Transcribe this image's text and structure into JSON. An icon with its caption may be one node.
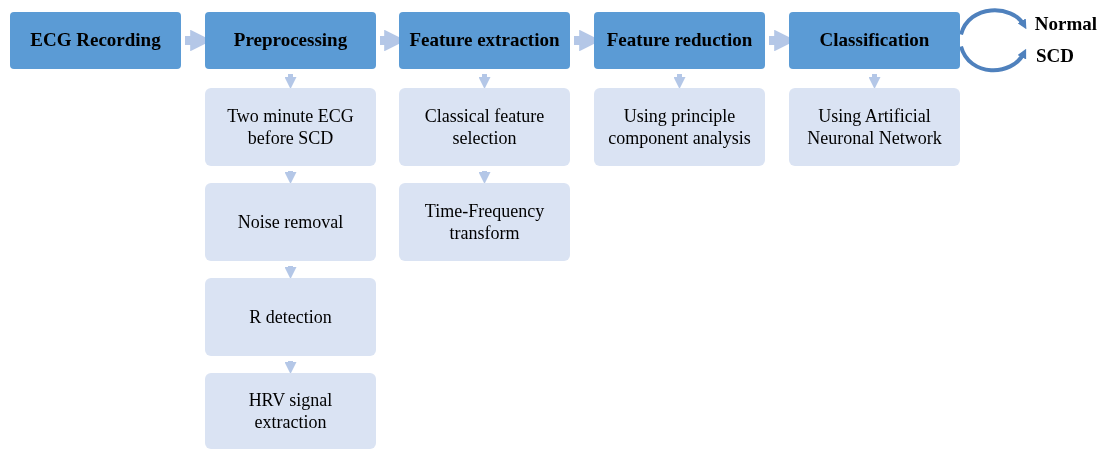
{
  "diagram": {
    "nodes": [
      {
        "text": [
          "ECG Recording"
        ]
      },
      {
        "text": [
          "Preprocessing"
        ]
      },
      {
        "text": [
          "Feature extraction"
        ]
      },
      {
        "text": [
          "Feature reduction"
        ]
      },
      {
        "text": [
          "Classification"
        ]
      },
      {
        "text": [
          "Normal"
        ]
      },
      {
        "text": [
          "SCD"
        ]
      },
      {
        "text": [
          "Two minute ECG before SCD"
        ]
      },
      {
        "text": [
          "Noise removal"
        ]
      },
      {
        "text": [
          "R detection"
        ]
      },
      {
        "text": [
          "HRV signal extraction"
        ]
      },
      {
        "text": [
          "Classical feature selection"
        ]
      },
      {
        "text": [
          "Time-Frequency transform"
        ]
      },
      {
        "text": [
          "Using principle component analysis"
        ]
      },
      {
        "text": [
          "Using Artificial Neuronal Network"
        ]
      }
    ],
    "edges": [
      {
        "from": 0,
        "to": 1,
        "arrow": "to",
        "style": "thick"
      },
      {
        "from": 1,
        "to": 2,
        "arrow": "to",
        "style": "thick"
      },
      {
        "from": 2,
        "to": 3,
        "arrow": "to",
        "style": "thick"
      },
      {
        "from": 3,
        "to": 4,
        "arrow": "to",
        "style": "thick"
      },
      {
        "from": 1,
        "to": 7,
        "arrow": "to"
      },
      {
        "from": 7,
        "to": 8,
        "arrow": "to"
      },
      {
        "from": 8,
        "to": 9,
        "arrow": "to"
      },
      {
        "from": 9,
        "to": 10,
        "arrow": "to"
      },
      {
        "from": 2,
        "to": 11,
        "arrow": "to"
      },
      {
        "from": 11,
        "to": 12,
        "arrow": "to"
      },
      {
        "from": 3,
        "to": 13,
        "arrow": "to"
      },
      {
        "from": 4,
        "to": 14,
        "arrow": "to"
      },
      {
        "from": 4,
        "to": 5,
        "arrow": "to",
        "color": "#4f81bd"
      },
      {
        "from": 4,
        "to": 6,
        "arrow": "to",
        "color": "#4f81bd"
      }
    ]
  }
}
